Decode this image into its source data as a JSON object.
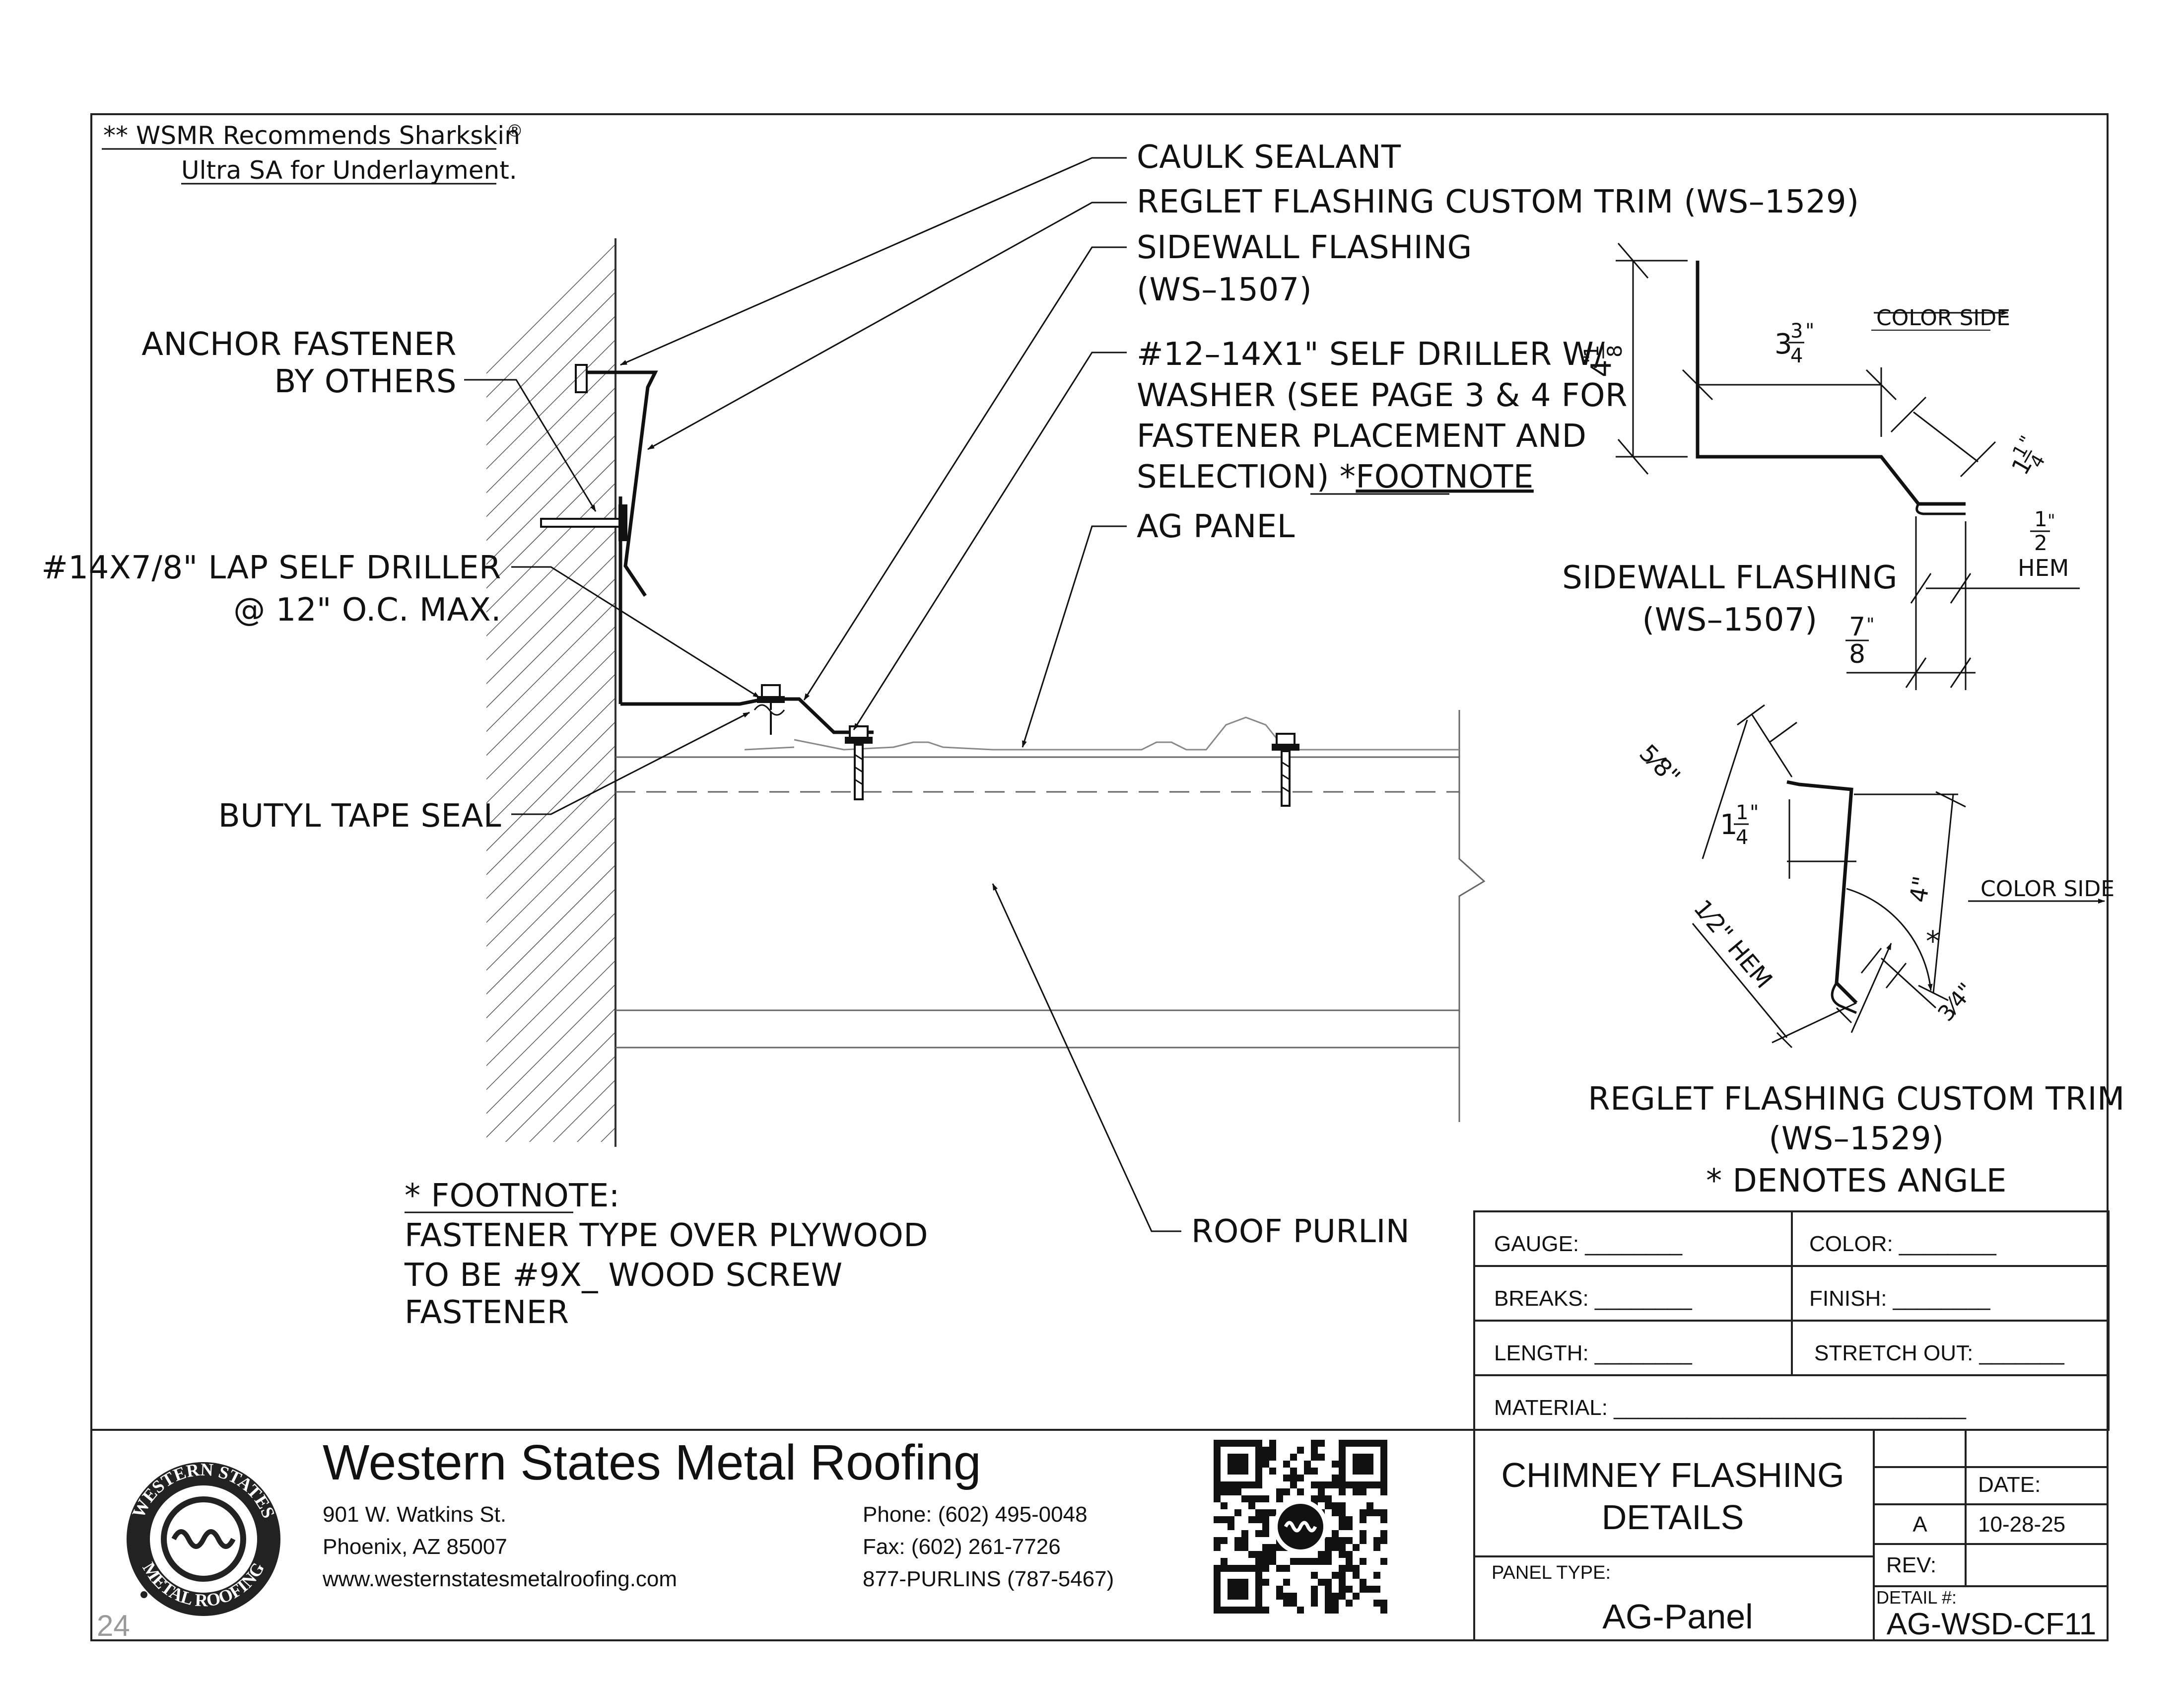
{
  "notes": {
    "recommend_line1": "** WSMR Recommends Sharkskin",
    "recommend_mark": "®",
    "recommend_line2": "Ultra SA for Underlayment.",
    "footnote_title": "* FOOTNOTE:",
    "footnote_line1": "FASTENER TYPE OVER PLYWOOD",
    "footnote_line2": "TO BE #9X_ WOOD SCREW",
    "footnote_line3": "FASTENER"
  },
  "callouts": {
    "caulk_sealant": "CAULK SEALANT",
    "reglet_flashing": "REGLET FLASHING CUSTOM TRIM (WS–1529)",
    "sidewall_1": "SIDEWALL FLASHING",
    "sidewall_2": "(WS–1507)",
    "driller_1": "#12–14X1\" SELF DRILLER W/",
    "driller_2": "WASHER (SEE PAGE 3 & 4 FOR",
    "driller_3": "FASTENER PLACEMENT AND",
    "driller_4": "SELECTION) *",
    "driller_4u": "FOOTNOTE",
    "ag_panel": "AG PANEL",
    "anchor_1": "ANCHOR FASTENER",
    "anchor_2": "BY OTHERS",
    "lap_1": "#14X7/8\" LAP SELF DRILLER",
    "lap_2": "@ 12\" O.C. MAX.",
    "butyl": "BUTYL TAPE SEAL",
    "roof_purlin": "ROOF PURLIN"
  },
  "sidewall_detail": {
    "title": "SIDEWALL FLASHING",
    "code": "(WS–1507)",
    "color_side": "COLOR SIDE",
    "dim_height_whole": "4",
    "dim_height_num": "1",
    "dim_height_den": "8",
    "dim_width_whole": "3",
    "dim_width_num": "3",
    "dim_width_den": "4",
    "dim_slope_whole": "1",
    "dim_slope_num": "1",
    "dim_slope_den": "4",
    "dim_hem_num": "1",
    "dim_hem_den": "2",
    "dim_hem_label": "HEM",
    "dim_bottom_num": "7",
    "dim_bottom_den": "8",
    "inch": "\""
  },
  "reglet_detail": {
    "title": "REGLET FLASHING CUSTOM TRIM",
    "code": "(WS–1529)",
    "angle_note": "* DENOTES ANGLE",
    "color_side": "COLOR SIDE",
    "dim_top": "5⁄8\"",
    "dim_left_whole": "1",
    "dim_left_num": "1",
    "dim_left_den": "4",
    "dim_tall": "4\"",
    "dim_hem": "1⁄2\" HEM",
    "dim_small": "3⁄4\"",
    "asterisk": "*",
    "inch": "\""
  },
  "title_block": {
    "gauge": "GAUGE: ________",
    "color": "COLOR: ________",
    "breaks": "BREAKS: ________",
    "finish": "FINISH: ________",
    "length": "LENGTH: ________",
    "stretch_out": "STRETCH OUT: _______",
    "material": "MATERIAL: _____________________________",
    "drawing_title_1": "CHIMNEY FLASHING",
    "drawing_title_2": "DETAILS",
    "panel_type_label": "PANEL TYPE:",
    "panel_type": "AG-Panel",
    "date_label": "DATE:",
    "rev_letter": "A",
    "date": "10-28-25",
    "rev_label": "REV:",
    "detail_label": "DETAIL #:",
    "detail_number": "AG-WSD-CF11"
  },
  "company": {
    "name": "Western States Metal Roofing",
    "address_1": "901 W. Watkins St.",
    "address_2": "Phoenix, AZ 85007",
    "website": "www.westernstatesmetalroofing.com",
    "phone": "Phone: (602) 495-0048",
    "fax": "Fax: (602) 261-7726",
    "tollfree": "877-PURLINS (787-5467)",
    "logo_text_top": "WESTERN STATES",
    "logo_text_bottom": "METAL ROOFING"
  },
  "page_number": "24"
}
